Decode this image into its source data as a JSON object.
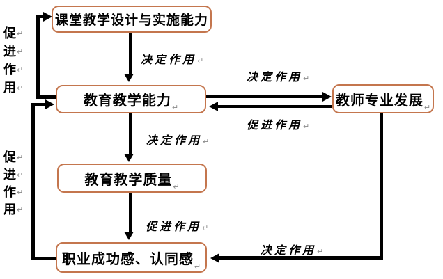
{
  "diagram": {
    "boxes": {
      "top": "课堂教学设计与实施能力",
      "center": "教育教学能力",
      "right": "教师专业发展",
      "quality": "教育教学质量",
      "bottom": "职业成功感、认同感"
    },
    "arrow_labels": {
      "top_to_center": "决定作用",
      "center_to_right": "决定作用",
      "right_to_center": "促进作用",
      "center_to_quality": "决定作用",
      "quality_to_bottom": "促进作用",
      "right_to_bottom": "决定作用"
    },
    "side_labels": {
      "upper": [
        "促",
        "进",
        "作",
        "用"
      ],
      "lower": [
        "促",
        "进",
        "作",
        "用"
      ]
    },
    "paragraph_mark": "↵",
    "colors": {
      "box_border": "#C4764E",
      "arrow": "#000000",
      "text": "#000000",
      "paragraph_mark": "#8a8a8a",
      "background": "#ffffff"
    }
  }
}
